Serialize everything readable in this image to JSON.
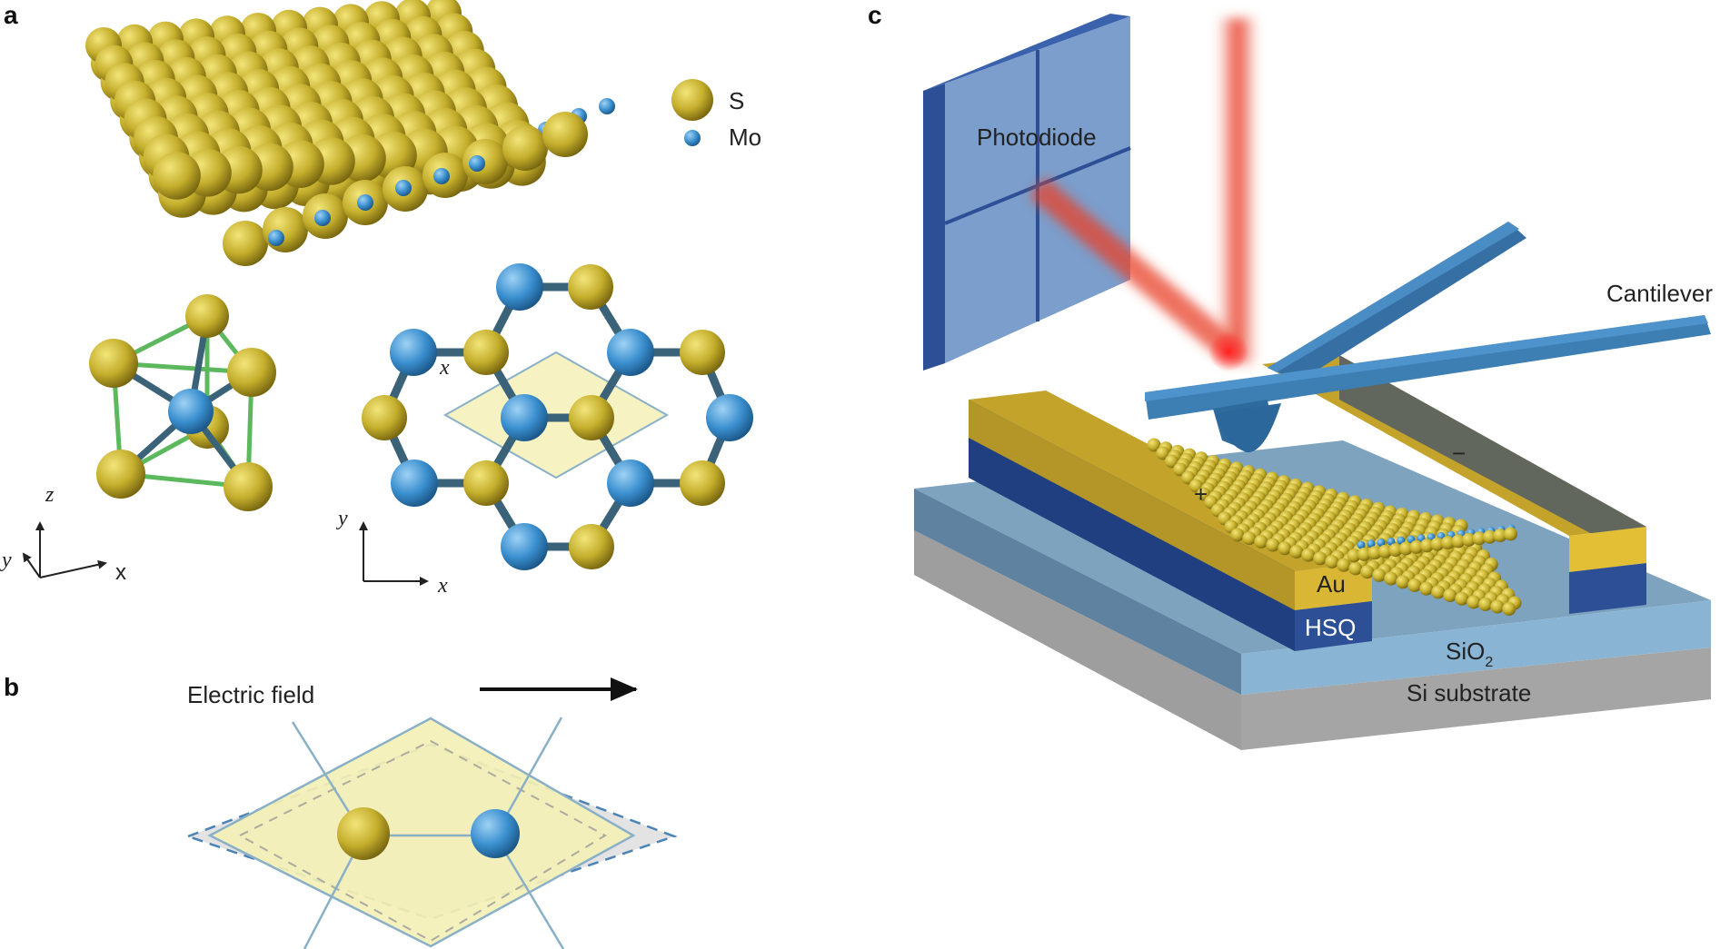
{
  "panels": {
    "a": "a",
    "b": "b",
    "c": "c"
  },
  "legend": {
    "s": "S",
    "mo": "Mo"
  },
  "axes_prism": {
    "z": "z",
    "y": "y",
    "x": "x"
  },
  "axes_hex": {
    "y": "y",
    "x": "x",
    "x_inner": "x"
  },
  "panel_b": {
    "field_label": "Electric field"
  },
  "panel_c": {
    "photodiode": "Photodiode",
    "cantilever": "Cantilever",
    "plus": "+",
    "minus": "−",
    "au": "Au",
    "hsq": "HSQ",
    "sio2_base": "SiO",
    "sio2_sub": "2",
    "substrate": "Si substrate"
  },
  "colors": {
    "sulfur": "#c4ae2c",
    "molybdenum": "#3a8fcf",
    "bond": "#3a6278",
    "prism_edge": "#5cb85c",
    "cell_fill": "#f4f0b6",
    "photodiode": "#5f86bd",
    "cantilever": "#3d7eb3",
    "laser": "#e8402a",
    "gold_electrode": "#c4a32a",
    "hsq": "#2d4f96",
    "sio2": "#8ab4d4",
    "si": "#9a9a9a"
  }
}
